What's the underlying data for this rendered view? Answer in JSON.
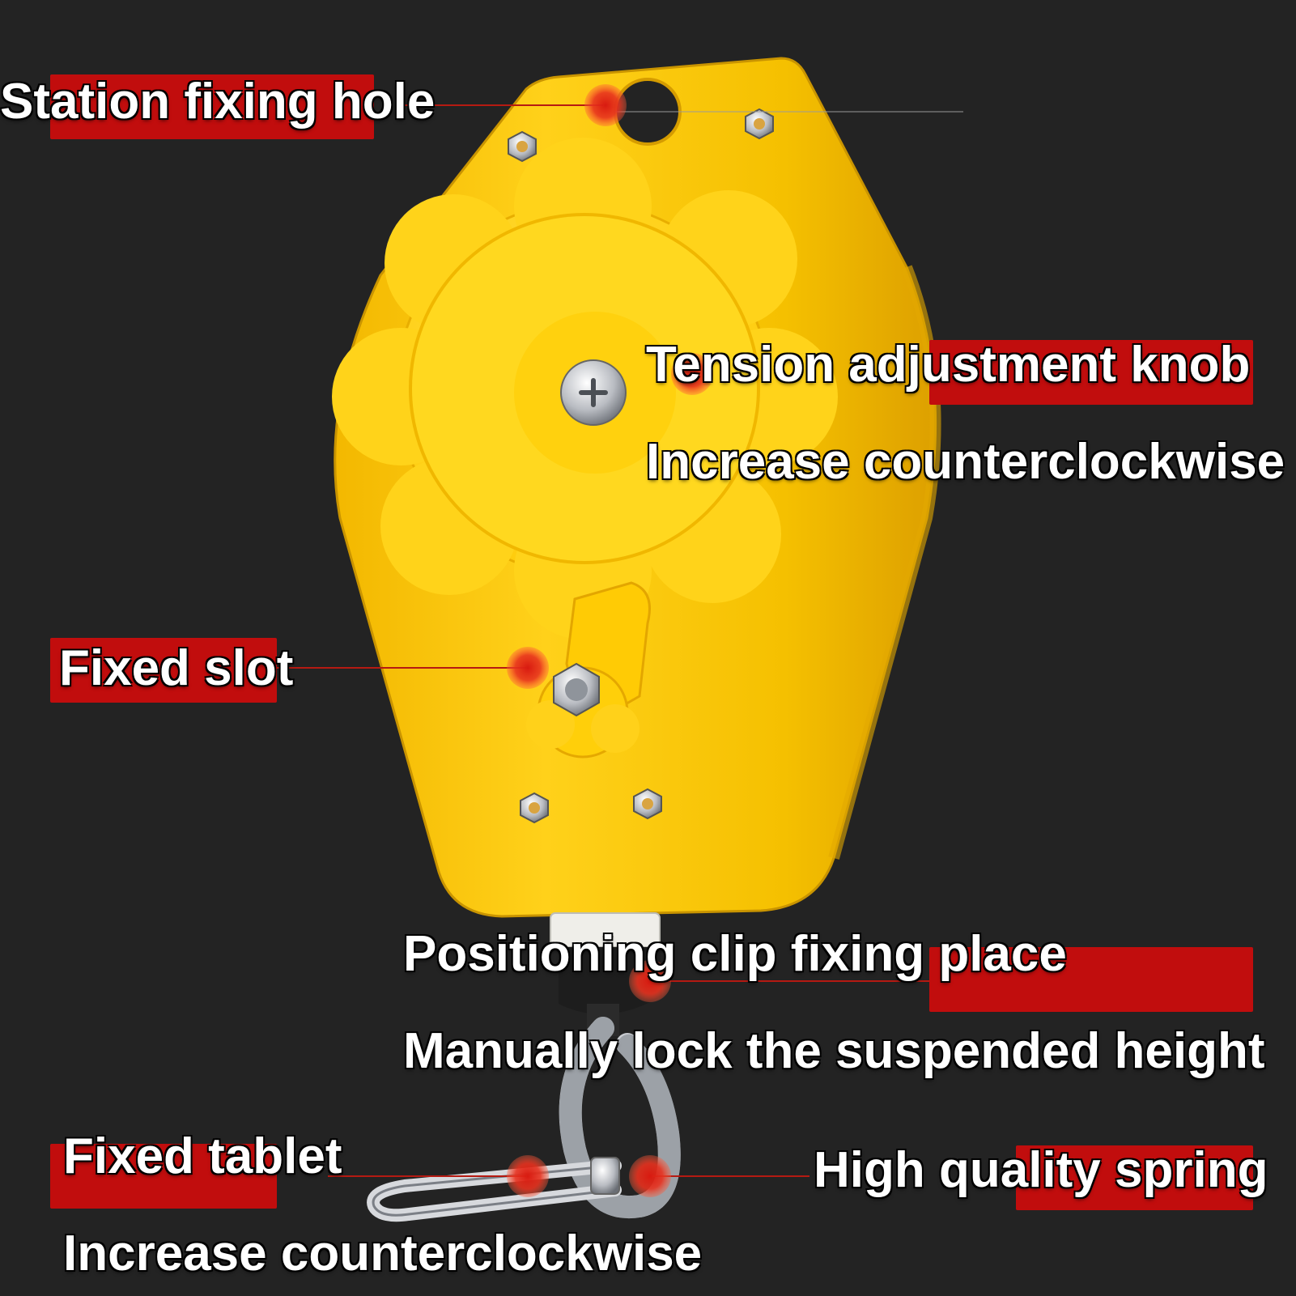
{
  "colors": {
    "background": "#232323",
    "label_bar": "#c10d0d",
    "housing_yellow": "#f7c60a",
    "knob_yellow": "#ffd410",
    "marker_red": "#e52a1e",
    "label_text": "#ffffff"
  },
  "callouts": {
    "station_fixing_hole": "Station fixing hole",
    "tension_knob": "Tension adjustment knob",
    "tension_knob_note": "Increase counterclockwise",
    "fixed_slot": "Fixed slot",
    "positioning_clip": "Positioning clip fixing place",
    "positioning_clip_note": "Manually lock the suspended height",
    "fixed_tablet": "Fixed tablet",
    "fixed_tablet_note": "Increase counterclockwise",
    "spring": "High quality spring"
  },
  "icons": {
    "bolt": "hex-bolt-icon",
    "screw": "phillips-screw-icon",
    "hook": "carabiner-hook-icon",
    "marker": "red-dot-marker-icon"
  }
}
